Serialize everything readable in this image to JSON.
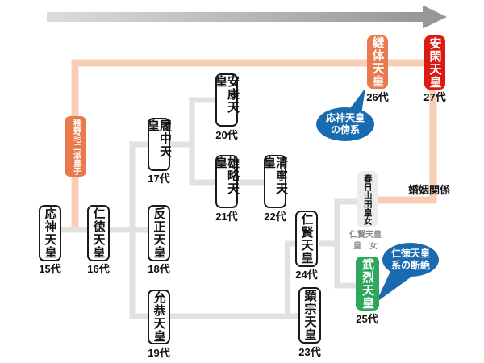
{
  "emperors": {
    "ojin": {
      "name": "応神天皇",
      "gen": "15代"
    },
    "nintoku": {
      "name": "仁徳天皇",
      "gen": "16代"
    },
    "richu": {
      "name": "履中天皇",
      "gen": "17代"
    },
    "hanzei": {
      "name": "反正天皇",
      "gen": "18代"
    },
    "ingyo": {
      "name": "允恭天皇",
      "gen": "19代"
    },
    "anko": {
      "name": "安康天皇",
      "gen": "20代"
    },
    "yuryaku": {
      "name": "雄略天皇",
      "gen": "21代"
    },
    "seinei": {
      "name": "清寧天皇",
      "gen": "22代"
    },
    "kenzo": {
      "name": "顕宗天皇",
      "gen": "23代"
    },
    "ninken": {
      "name": "仁賢天皇",
      "gen": "24代"
    },
    "buretsu": {
      "name": "武烈天皇",
      "gen": "25代"
    },
    "keitai": {
      "name": "継体天皇",
      "gen": "26代"
    },
    "ankan": {
      "name": "安閑天皇",
      "gen": "27代"
    }
  },
  "relatives": {
    "wakanukefutamata": {
      "name": "稚野毛二派皇子"
    },
    "kasugayamada": {
      "name": "春日山田皇女",
      "caption_line1": "仁賢天皇",
      "caption_line2": "皇　女"
    }
  },
  "callouts": {
    "keitai_note": {
      "line1": "応神天皇",
      "line2": "の傍系"
    },
    "buretsu_note": {
      "line1": "仁徳天皇",
      "line2": "系の断絶"
    }
  },
  "annotations": {
    "marriage": "婚姻関係"
  },
  "icons": {
    "timeline_arrow": "right-arrow"
  },
  "colors": {
    "line_gray": "#e1e1e1",
    "line_peach": "#f8cfb4",
    "box_orange": "#e87a4d",
    "box_red": "#dc1a15",
    "box_green": "#2ea75d",
    "bubble_blue": "#1a6ab0"
  }
}
